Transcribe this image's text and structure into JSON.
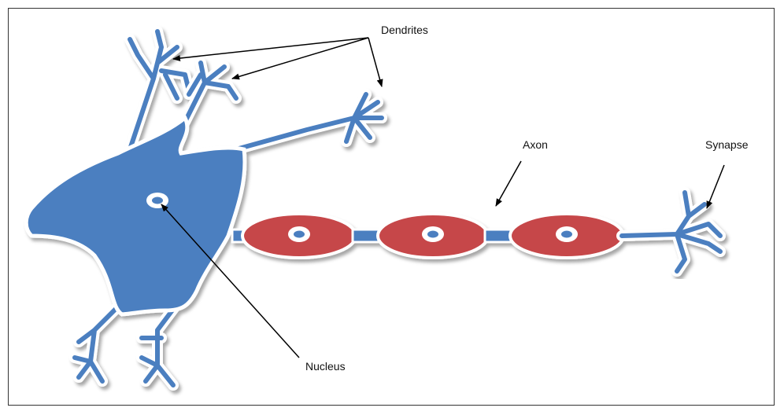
{
  "labels": {
    "dendrites": "Dendrites",
    "axon": "Axon",
    "synapse": "Synapse",
    "nucleus": "Nucleus"
  },
  "colors": {
    "cell_body": "#4b7fc0",
    "myelin": "#c6464a",
    "outline": "#ffffff",
    "frame": "#333333",
    "arrow": "#000000"
  }
}
